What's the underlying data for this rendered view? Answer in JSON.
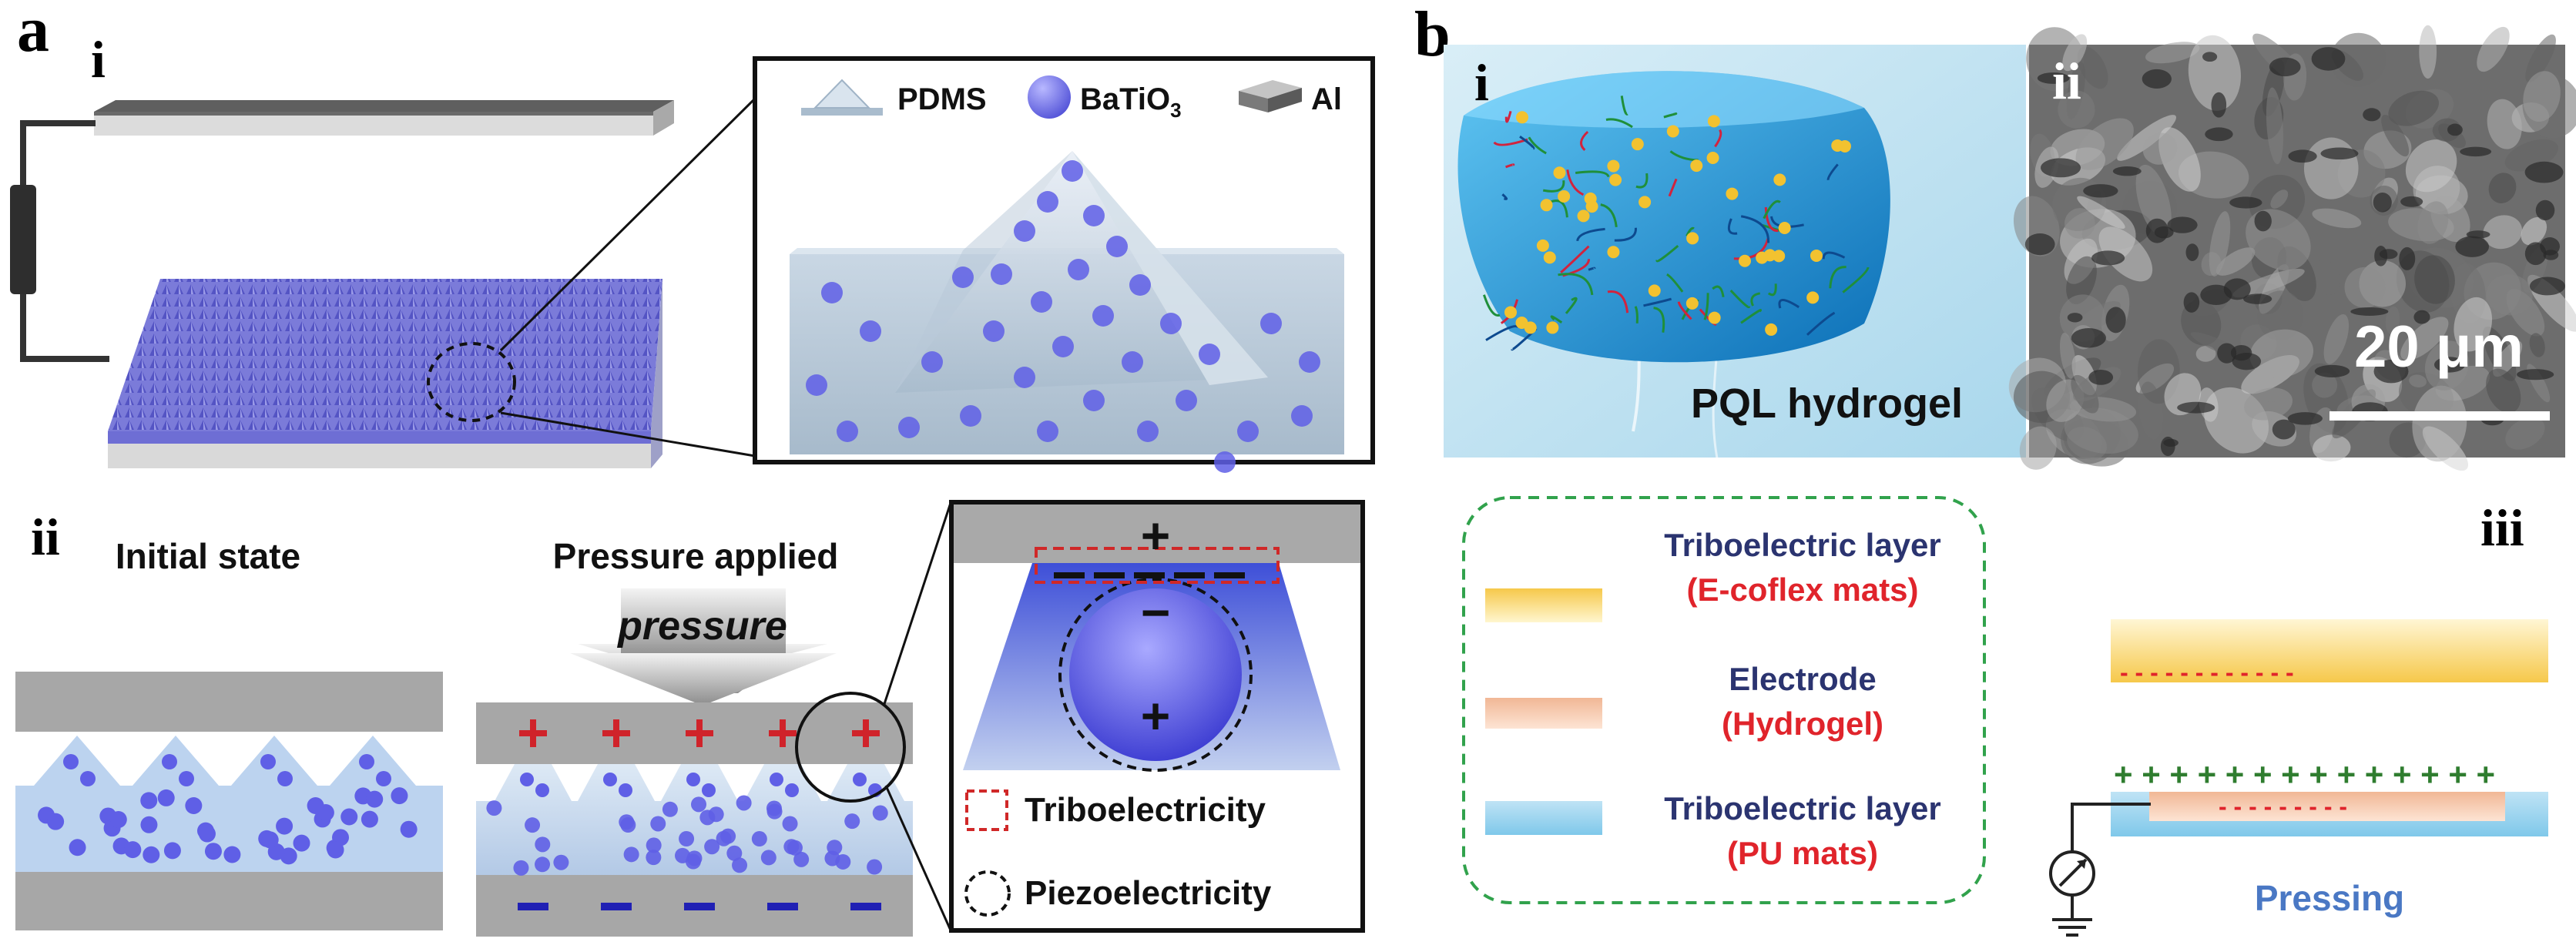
{
  "panel_a": {
    "label": "a",
    "sub_i": "i",
    "sub_ii": "ii",
    "legend": {
      "pdms": "PDMS",
      "batio3": "BaTiO",
      "batio3_sub": "3",
      "al": "Al"
    },
    "initial_state": "Initial state",
    "pressure_applied": "Pressure applied",
    "pressure": "pressure",
    "plus": "+",
    "minus": "−",
    "triboelectricity": "Triboelectricity",
    "piezoelectricity": "Piezoelectricity"
  },
  "panel_b": {
    "label": "b",
    "sub_i": "i",
    "sub_ii": "ii",
    "sub_iii": "iii",
    "hydrogel_label": "PQL hydrogel",
    "scale_bar": "20 μm",
    "layers": [
      {
        "title": "Triboelectric layer",
        "material": "(E-coflex mats)"
      },
      {
        "title": "Electrode",
        "material": "(Hydrogel)"
      },
      {
        "title": "Triboelectric layer",
        "material": "(PU mats)"
      }
    ],
    "minus_row": "- - - - - - - - - - - -",
    "plus_row": "+ + + + + + + + + + + + + +",
    "electrode_minus_row": "- - - - - - - - -",
    "pressing": "Pressing"
  },
  "colors": {
    "particle": "#5f5fe6",
    "red_label": "#e0242b",
    "navy_label": "#2b3470",
    "green_dash": "#31a24c",
    "pressing_blue": "#4a78c4"
  }
}
